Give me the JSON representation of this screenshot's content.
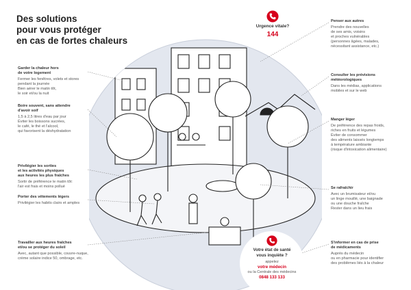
{
  "title": [
    "Des solutions",
    "pour vous protéger",
    "en cas de fortes chaleurs"
  ],
  "colors": {
    "accent": "#d6001c",
    "scene_bg": "#e3e7ef",
    "text": "#333333"
  },
  "urgence": {
    "label": "Urgence vitale?",
    "number": "144",
    "icon": "phone-icon"
  },
  "medecin": {
    "question": [
      "Votre état de santé",
      "vous inquiète ?"
    ],
    "line1": "appelez",
    "doctor": "votre médecin",
    "line2": "ou la Centrale des médecins",
    "number": "0848 133 133",
    "icon": "phone-icon"
  },
  "left_tips": [
    {
      "heading": [
        "Garder la chaleur hors",
        "de votre logement"
      ],
      "body": [
        "Fermer les fenêtres, volets et stores",
        "pendant la journée",
        "Bien aérer le matin tôt,",
        "le soir et/ou la nuit"
      ]
    },
    {
      "heading": [
        "Boire souvent, sans attendre",
        "d'avoir soif"
      ],
      "body": [
        "1,5 à 2,5 litres d'eau par jour",
        "Éviter les boissons sucrées,",
        "le café, le thé et l'alcool,",
        "qui favorisent la déshydratation"
      ]
    },
    {
      "heading": [
        "Privilégier les sorties",
        "et les activités physiques",
        "aux heures les plus fraîches"
      ],
      "body": [
        "Sortir de préférence le matin tôt:",
        "l'air est frais et moins pollué"
      ]
    },
    {
      "heading": [
        "Porter des vêtements légers"
      ],
      "body": [
        "Privilégier les habits clairs et amples"
      ]
    },
    {
      "heading": [
        "Travailler aux heures fraîches",
        "et/ou se protéger du soleil"
      ],
      "body": [
        "Avec, autant que possible, couvre-nuque,",
        "crème solaire indice 50, ombrage, etc."
      ]
    }
  ],
  "right_tips": [
    {
      "heading": [
        "Penser aux autres"
      ],
      "body": [
        "Prendre des nouvelles",
        "de ses amis, voisins",
        "et proches vulnérables",
        "(personnes âgées, malades,",
        "nécessitant assistance, etc.)"
      ]
    },
    {
      "heading": [
        "Consulter les prévisions",
        "météorologiques"
      ],
      "body": [
        "Dans les médias, applications",
        "mobiles et sur le web"
      ]
    },
    {
      "heading": [
        "Manger léger"
      ],
      "body": [
        "De préférence des repas froids,",
        "riches en fruits et légumes",
        "Éviter de consommer",
        "des aliments laissés longtemps",
        "à température ambiante",
        "(risque d'intoxication alimentaire)"
      ]
    },
    {
      "heading": [
        "Se rafraîchir"
      ],
      "body": [
        "Avec un brumisateur et/ou",
        "un linge mouillé, une baignade",
        "ou une douche fraîche",
        "Rester dans un lieu frais"
      ]
    },
    {
      "heading": [
        "S'informer en cas de prise",
        "de médicaments"
      ],
      "body": [
        "Auprès du médecin",
        "ou en pharmacie pour identifier",
        "des problèmes liés à la chaleur"
      ]
    }
  ]
}
